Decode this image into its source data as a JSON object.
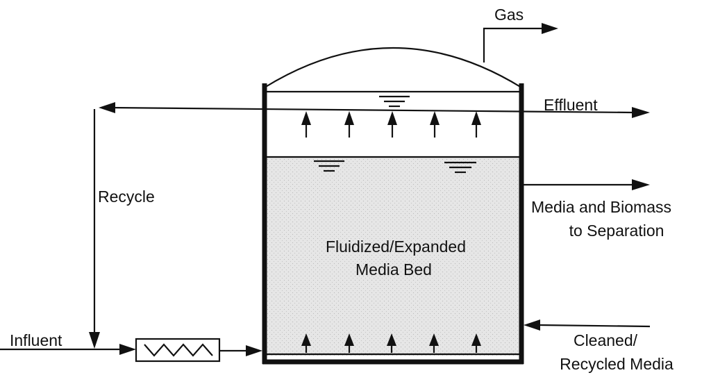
{
  "labels": {
    "gas": "Gas",
    "effluent": "Effluent",
    "recycle": "Recycle",
    "media_biomass_line1": "Media and Biomass",
    "media_biomass_line2": "to Separation",
    "bed_line1": "Fluidized/Expanded",
    "bed_line2": "Media Bed",
    "influent": "Influent",
    "cleaned_line1": "Cleaned/",
    "cleaned_line2": "Recycled Media"
  },
  "colors": {
    "ink": "#111111",
    "bed_fill": "#e6e6e6",
    "background": "#ffffff"
  },
  "icons": {
    "heater": "heat-exchanger-zigzag-icon",
    "water_level": "water-surface-level-icon",
    "flow_arrow": "arrow-up-icon"
  }
}
